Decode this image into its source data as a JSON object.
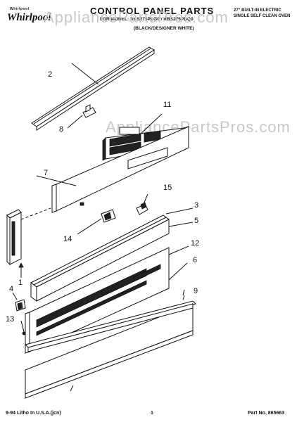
{
  "brand": {
    "registered": "Whirlpool",
    "logo": "Whirlpool"
  },
  "title": "CONTROL PANEL PARTS",
  "model_line": "FOR MODEL: RBS275PDB0 / RBS275PDQ0",
  "finish_line": "(BLACK/DESIGNER WHITE)",
  "header_right": [
    "27\" BUILT-IN ELECTRIC",
    "SINGLE SELF CLEAN OVEN"
  ],
  "watermark": "AppliancePartsPros.com",
  "callouts": [
    "2",
    "8",
    "11",
    "7",
    "15",
    "3",
    "5",
    "14",
    "12",
    "6",
    "1",
    "4",
    "9",
    "13"
  ],
  "footer": {
    "left": "9-94 Litho In U.S.A.(jcn)",
    "center": "1",
    "right": "Part No. 865663"
  }
}
